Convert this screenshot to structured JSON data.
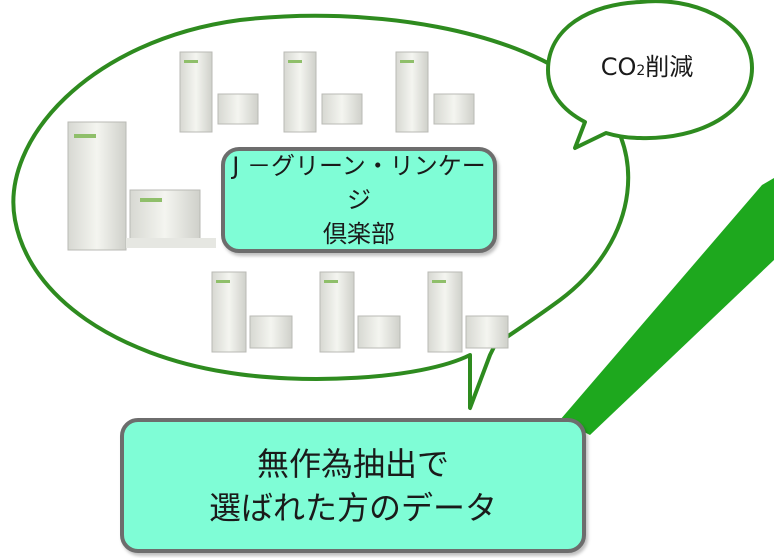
{
  "co2_bubble": {
    "text_main": "CO",
    "text_sub": "2",
    "text_rest": "削減"
  },
  "club_box": {
    "line1": "J －グリーン・リンケージ",
    "line2": "倶楽部"
  },
  "data_box": {
    "line1": "無作為抽出で",
    "line2": "選ばれた方のデータ"
  },
  "colors": {
    "bubble_outline": "#2e8b1f",
    "arrow_green": "#1ea81e",
    "box_fill": "#7ffdd6",
    "box_border": "#6d6d6d"
  }
}
